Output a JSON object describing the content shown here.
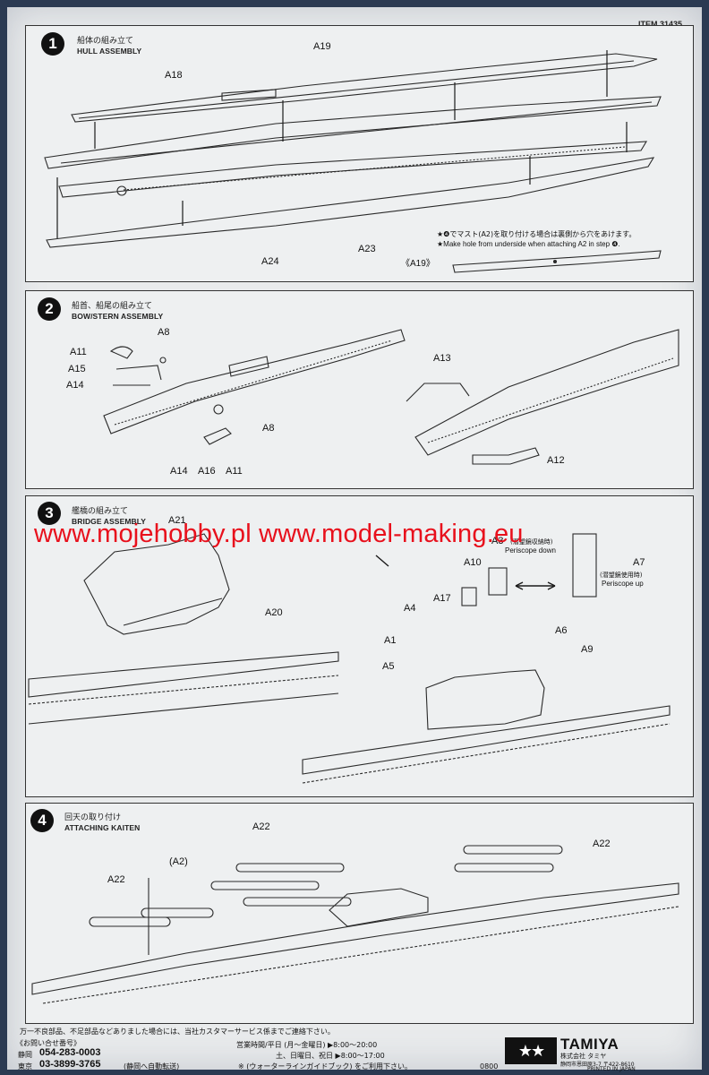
{
  "item_code": "ITEM 31435",
  "steps": [
    {
      "num": "1",
      "jp": "船体の組み立て",
      "en": "HULL ASSEMBLY",
      "labels": [
        "A19",
        "A18",
        "A24",
        "A23"
      ],
      "note_jp": "★❹でマスト(A2)を取り付ける場合は裏側から穴をあけます。",
      "note_en": "★Make hole from underside when attaching A2 in step ❹.",
      "inset_label": "《A19》"
    },
    {
      "num": "2",
      "jp": "船首、船尾の組み立て",
      "en": "BOW/STERN ASSEMBLY",
      "labels": [
        "A8",
        "A11",
        "A15",
        "A14",
        "A8",
        "A14",
        "A16",
        "A11",
        "A13",
        "A12"
      ]
    },
    {
      "num": "3",
      "jp": "艦橋の組み立て",
      "en": "BRIDGE ASSEMBLY",
      "labels": [
        "A21",
        "A20",
        "A3",
        "A7",
        "A10",
        "A17",
        "A4",
        "A6",
        "A1",
        "A5",
        "A9"
      ],
      "a3_jp": "(潜望鏡収納時)",
      "a3_en": "Periscope down",
      "a7_jp": "(潜望鏡使用時)",
      "a7_en": "Periscope up"
    },
    {
      "num": "4",
      "jp": "回天の取り付け",
      "en": "ATTACHING KAITEN",
      "labels": [
        "A22",
        "(A2)",
        "A22",
        "A22"
      ]
    }
  ],
  "watermark": "www.mojehobby.pl www.model-making.eu",
  "footer": {
    "line1": "万一不良部品、不足部品などありました場合には、当社カスタマーサービス係までご連絡下さい。",
    "contact_label": "《お問い合せ番号》",
    "shizuoka_label": "静岡",
    "shizuoka_phone": "054-283-0003",
    "tokyo_label": "東京",
    "tokyo_phone": "03-3899-3765",
    "tokyo_note": "(静岡へ自動転送)",
    "hours1": "営業時間/平日 (月〜金曜日) ▶8:00〜20:00",
    "hours2": "土、日曜日、祝日 ▶8:00〜17:00",
    "guide": "※ (ウォーターラインガイドブック) をご利用下さい。",
    "code": "0800",
    "brand": "TAMIYA",
    "company": "株式会社 タミヤ",
    "address": "静岡市恩田原3-7 〒422-8610",
    "printed": "PRINTED IN JAPAN"
  }
}
